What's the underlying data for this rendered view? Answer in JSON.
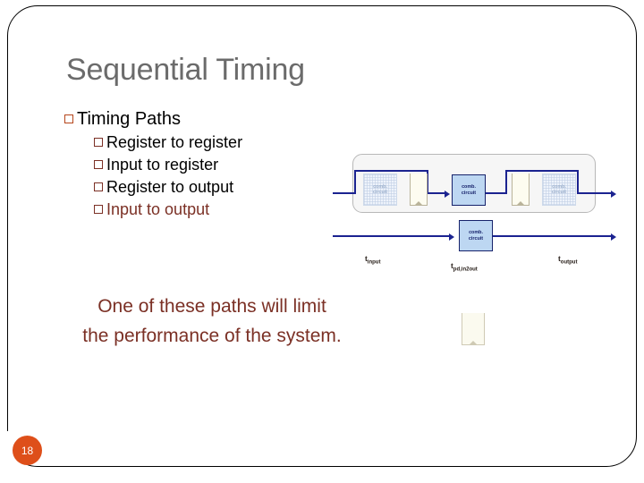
{
  "slide": {
    "title": "Sequential Timing",
    "page_number": "18",
    "badge_color": "#de4f1a",
    "title_color": "#6b6b6b",
    "bullet_mark_color": "#b5451b",
    "highlight_color": "#7b3025"
  },
  "bullets": [
    {
      "label": "Timing Paths",
      "level": 1,
      "highlighted": false
    },
    {
      "label": "Register to register",
      "level": 2,
      "highlighted": false
    },
    {
      "label": "Input to register",
      "level": 2,
      "highlighted": false
    },
    {
      "label": "Register to output",
      "level": 2,
      "highlighted": false
    },
    {
      "label": "Input to output",
      "level": 2,
      "highlighted": true
    }
  ],
  "emphasis": {
    "text": "One of these paths will limit the performance of the system."
  },
  "diagram": {
    "upper": {
      "blocks": [
        {
          "id": "comb-left",
          "label_line1": "comb.",
          "label_line2": "circuit",
          "state": "faded"
        },
        {
          "id": "register-1",
          "label": "register",
          "state": "faded"
        },
        {
          "id": "comb-middle",
          "label_line1": "comb.",
          "label_line2": "circuit",
          "state": "active"
        },
        {
          "id": "register-2",
          "label": "register",
          "state": "faded"
        },
        {
          "id": "comb-right",
          "label_line1": "comb.",
          "label_line2": "circuit",
          "state": "faded"
        }
      ],
      "wire_color": "#1b2390",
      "active_fill": "#bdd7f2",
      "active_border": "#16226b"
    },
    "lower": {
      "block": {
        "label_line1": "comb.",
        "label_line2": "circuit"
      },
      "labels": [
        {
          "id": "t-input",
          "base": "t",
          "sub": "input"
        },
        {
          "id": "t-pd-in2out",
          "base": "t",
          "sub": "pd,in2out"
        },
        {
          "id": "t-output",
          "base": "t",
          "sub": "output"
        }
      ]
    }
  }
}
